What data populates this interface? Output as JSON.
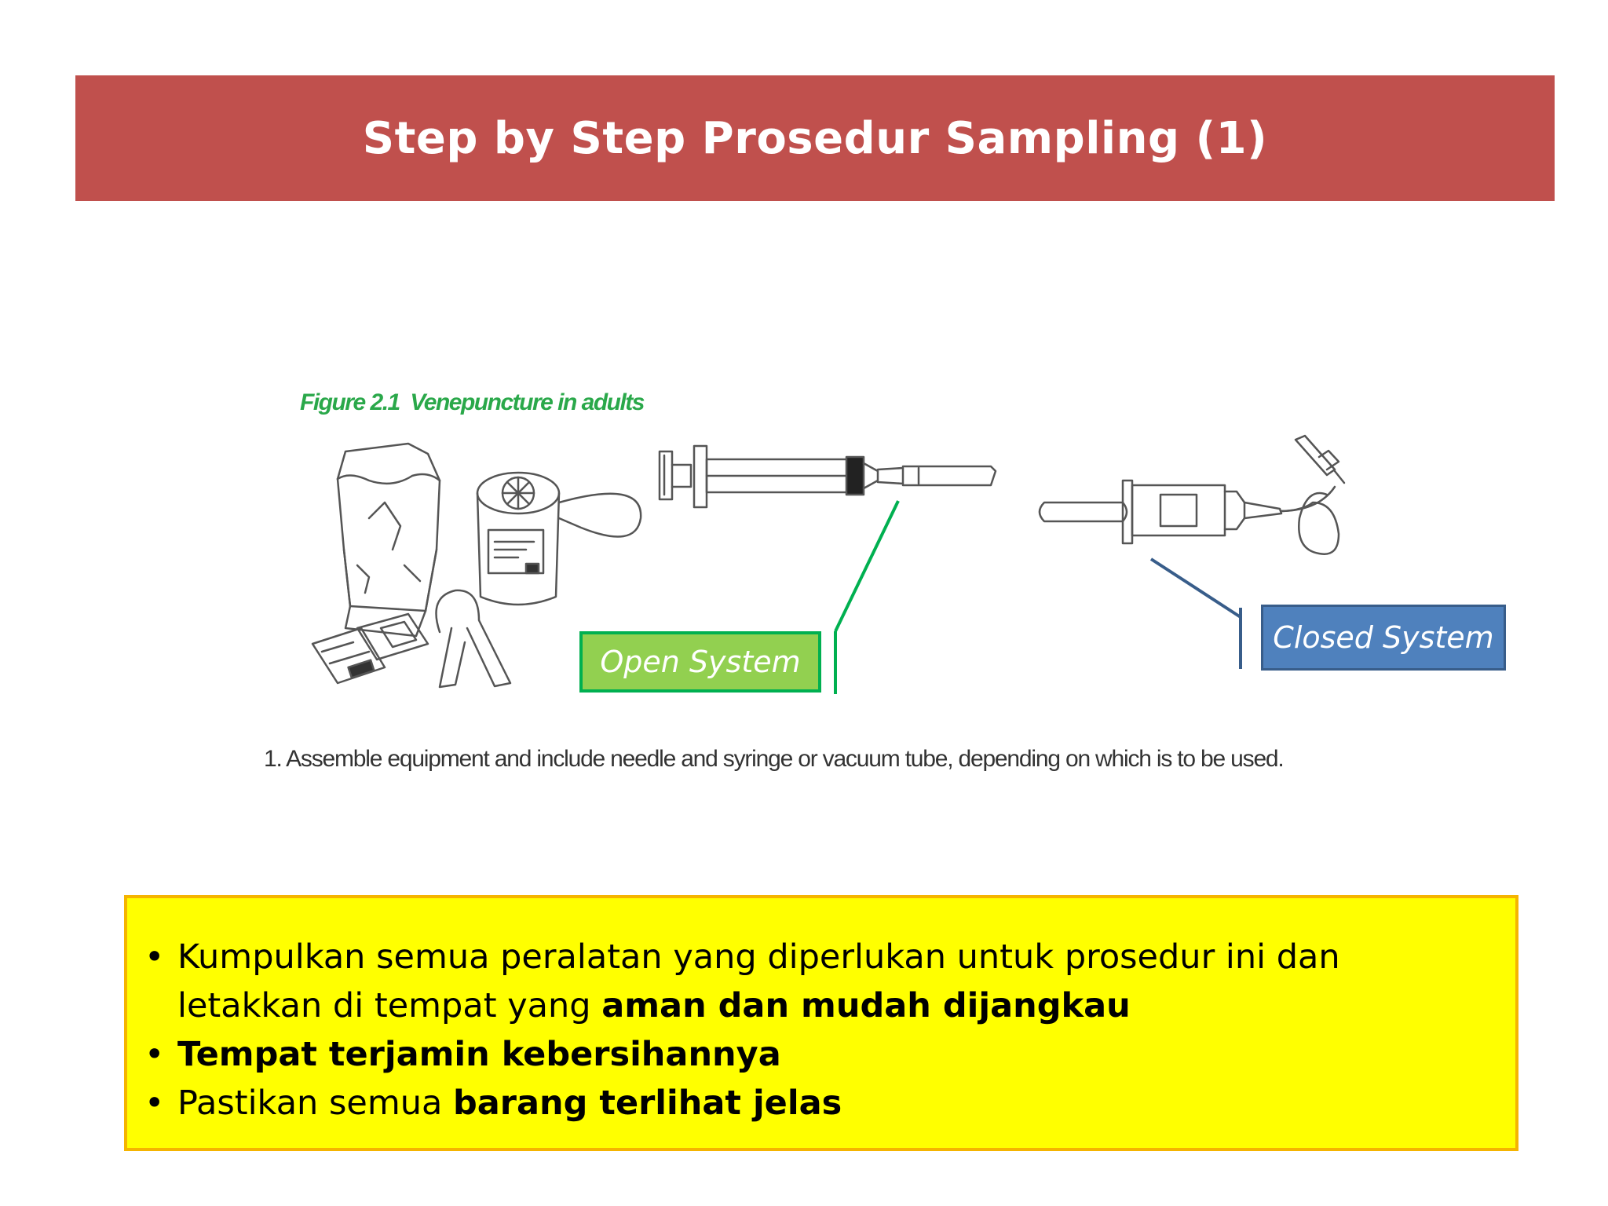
{
  "slide": {
    "title": "Step by Step Prosedur Sampling (1)"
  },
  "figure": {
    "caption": "Figure 2.1  Venepuncture in adults",
    "step": "1. Assemble equipment and include needle and syringe or vacuum tube, depending on which is to be used.",
    "open_label": "Open System",
    "closed_label": "Closed System",
    "colors": {
      "open_fill": "#92d050",
      "open_border": "#00b050",
      "closed_fill": "#4f81bd",
      "closed_border": "#385d8a"
    }
  },
  "bullets": {
    "item1": {
      "text_a": "Kumpulkan semua peralatan yang diperlukan untuk prosedur ini dan letakkan di tempat yang ",
      "text_b": "aman dan mudah dijangkau"
    },
    "item2": {
      "text_a": "Tempat terjamin kebersihannya"
    },
    "item3": {
      "text_a": "Pastikan semua ",
      "text_b": "barang terlihat jelas"
    },
    "bullet_char": "•"
  },
  "colors": {
    "title_bar": "#c0504d",
    "box_fill": "#ffff00",
    "box_border": "#f5b400"
  }
}
